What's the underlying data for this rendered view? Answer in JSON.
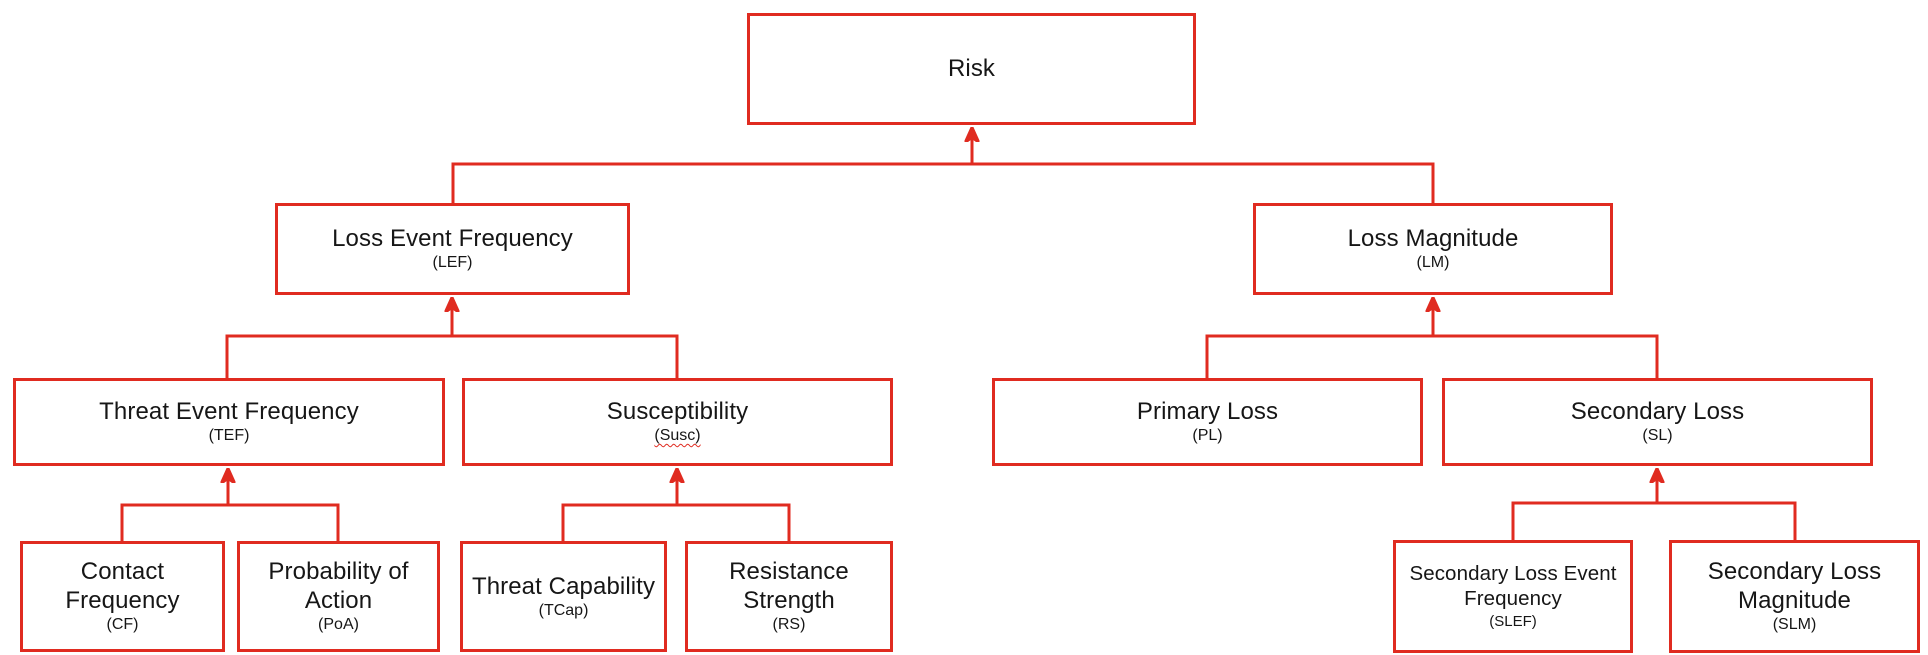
{
  "colors": {
    "line_red": "#e02b20",
    "text_black": "#161616",
    "background": "#ffffff"
  },
  "nodes": {
    "risk": {
      "label": "Risk",
      "abbr": ""
    },
    "lef": {
      "label": "Loss Event Frequency",
      "abbr": "(LEF)"
    },
    "lm": {
      "label": "Loss Magnitude",
      "abbr": "(LM)"
    },
    "tef": {
      "label": "Threat Event Frequency",
      "abbr": "(TEF)"
    },
    "susc": {
      "label": "Susceptibility",
      "abbr": "(Susc)"
    },
    "pl": {
      "label": "Primary Loss",
      "abbr": "(PL)"
    },
    "sl": {
      "label": "Secondary Loss",
      "abbr": "(SL)"
    },
    "cf": {
      "label": "Contact Frequency",
      "abbr": "(CF)"
    },
    "poa": {
      "label": "Probability of Action",
      "abbr": "(PoA)"
    },
    "tcap": {
      "label": "Threat Capability",
      "abbr": "(TCap)"
    },
    "rs": {
      "label": "Resistance Strength",
      "abbr": "(RS)"
    },
    "slef": {
      "label": "Secondary Loss Event Frequency",
      "abbr": "(SLEF)"
    },
    "slm": {
      "label": "Secondary Loss Magnitude",
      "abbr": "(SLM)"
    }
  },
  "edges": [
    {
      "from": "lef",
      "to": "risk"
    },
    {
      "from": "lm",
      "to": "risk"
    },
    {
      "from": "tef",
      "to": "lef"
    },
    {
      "from": "susc",
      "to": "lef"
    },
    {
      "from": "pl",
      "to": "lm"
    },
    {
      "from": "sl",
      "to": "lm"
    },
    {
      "from": "cf",
      "to": "tef"
    },
    {
      "from": "poa",
      "to": "tef"
    },
    {
      "from": "tcap",
      "to": "susc"
    },
    {
      "from": "rs",
      "to": "susc"
    },
    {
      "from": "slef",
      "to": "sl"
    },
    {
      "from": "slm",
      "to": "sl"
    }
  ]
}
